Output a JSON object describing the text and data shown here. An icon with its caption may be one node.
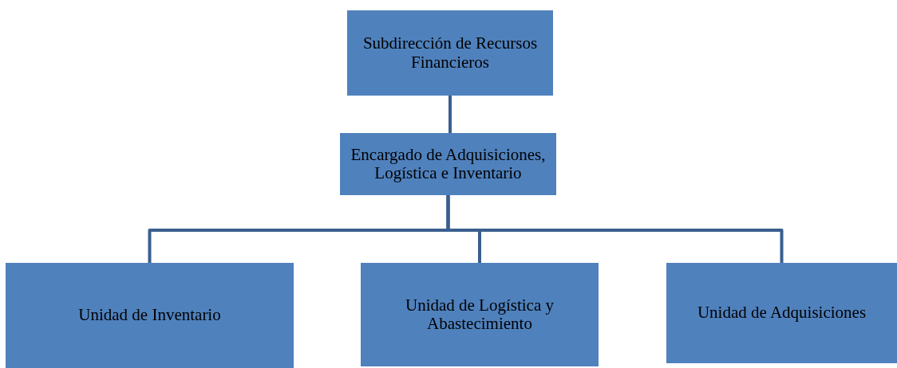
{
  "diagram": {
    "nodes": [
      {
        "text": [
          "Subdirección de Recursos Financieros"
        ]
      },
      {
        "text": [
          "Encargado de Adquisiciones, Logística e Inventario"
        ]
      },
      {
        "text": [
          "Unidad de Inventario"
        ]
      },
      {
        "text": [
          "Unidad de Logística y Abastecimiento"
        ]
      },
      {
        "text": [
          "Unidad de Adquisiciones"
        ]
      }
    ],
    "edges": [
      {
        "from": 0,
        "to": 1,
        "arrow": "none"
      },
      {
        "from": 1,
        "to": 2,
        "arrow": "none"
      },
      {
        "from": 1,
        "to": 3,
        "arrow": "none"
      },
      {
        "from": 1,
        "to": 4,
        "arrow": "none"
      }
    ]
  }
}
